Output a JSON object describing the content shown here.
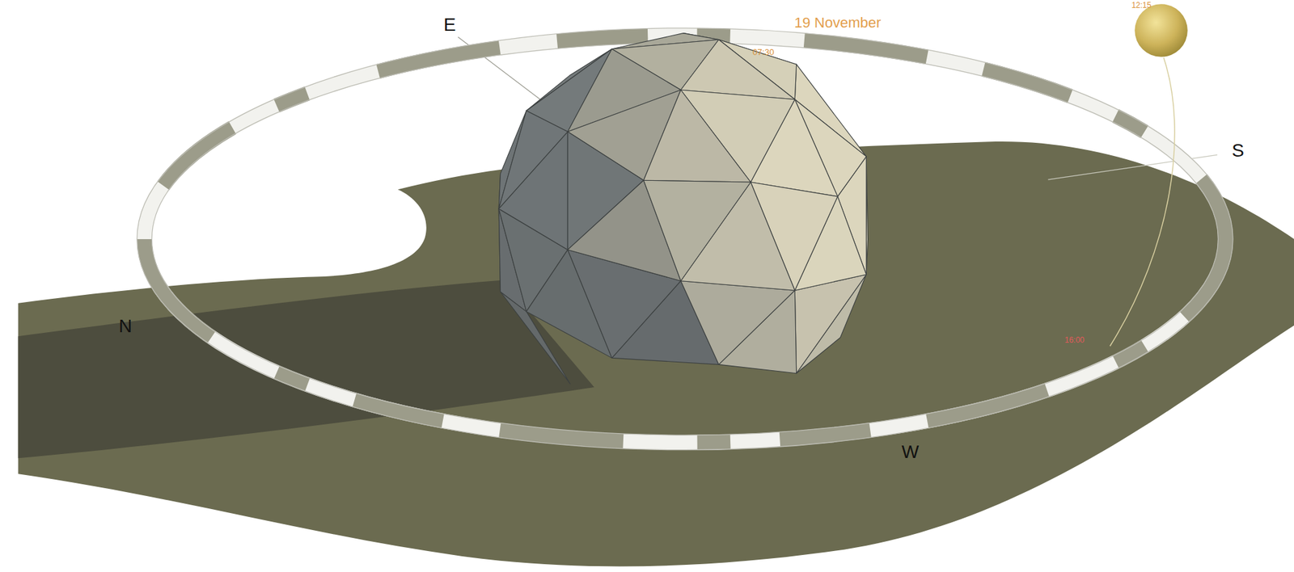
{
  "diagram": {
    "labels": [
      "E",
      "19 November",
      "07:30",
      "12:15",
      "S",
      "N",
      "W",
      "16:00"
    ]
  }
}
